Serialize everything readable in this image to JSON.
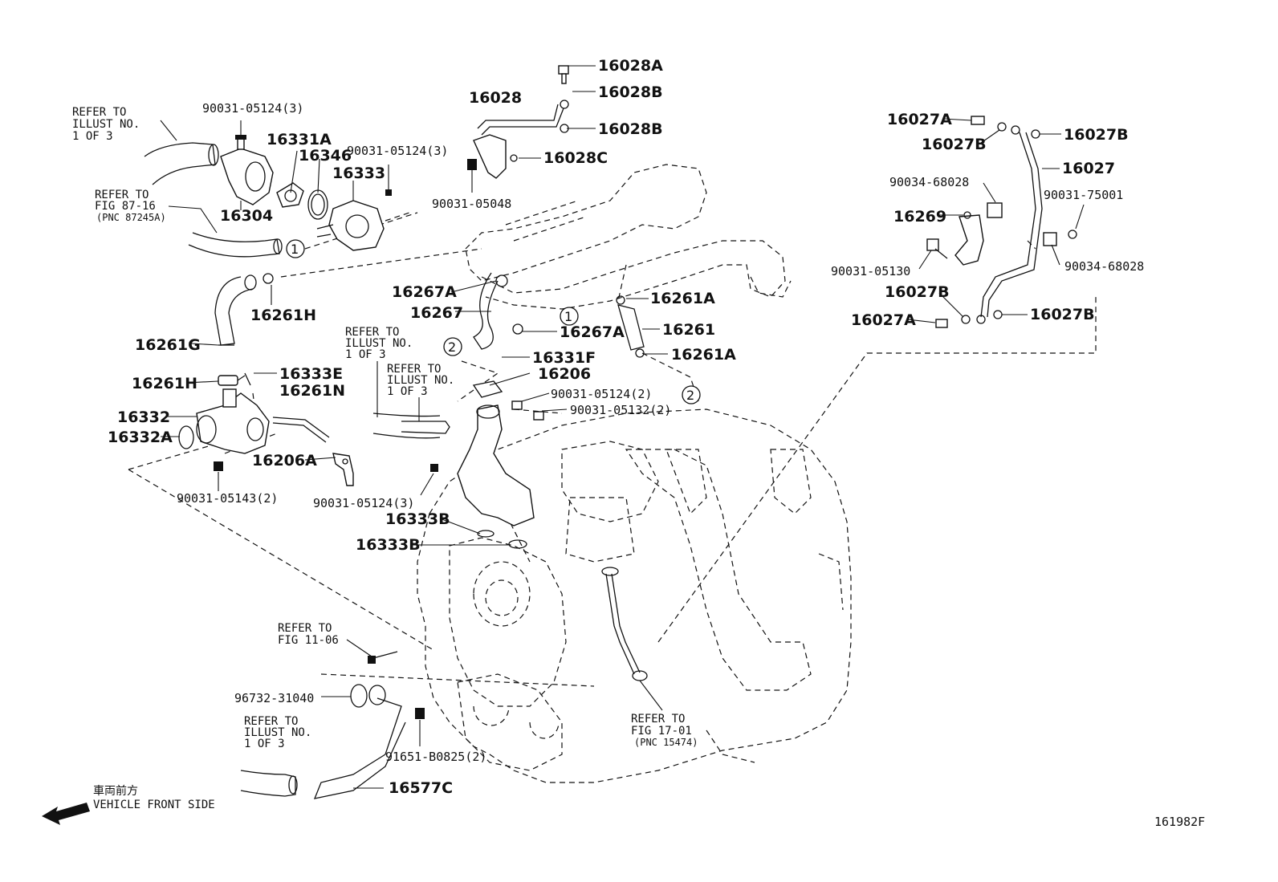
{
  "diagram_id": "161982F",
  "direction": {
    "jp": "車両前方",
    "en": "VEHICLE FRONT SIDE"
  },
  "parts": [
    "16028A",
    "16028B",
    "16028",
    "16028B",
    "16028C",
    "90031-05048",
    "90031-05124(3)",
    "16331A",
    "16346",
    "90031-05124(3)",
    "16333",
    "16304",
    "16027A",
    "16027B",
    "16027B",
    "16027",
    "90034-68028",
    "90031-75001",
    "16269",
    "90031-05130",
    "90034-68028",
    "16027B",
    "16027A",
    "16027B",
    "16267A",
    "16267",
    "16261A",
    "16261",
    "16267A",
    "16261A",
    "16261H",
    "16261G",
    "16331F",
    "16206",
    "16261H",
    "16333E",
    "16261N",
    "90031-05124(2)",
    "90031-05132(2)",
    "16332",
    "16332A",
    "16206A",
    "90031-05143(2)",
    "90031-05124(3)",
    "16333B",
    "16333B",
    "96732-31040",
    "91651-B0825(2)",
    "16577C"
  ],
  "refs": [
    [
      "REFER TO",
      "ILLUST NO.",
      "1 OF 3"
    ],
    [
      "REFER TO",
      "FIG 87-16",
      "(PNC 87245A)"
    ],
    [
      "REFER TO",
      "ILLUST NO.",
      "1 OF 3"
    ],
    [
      "REFER TO",
      "ILLUST NO.",
      "1 OF 3"
    ],
    [
      "REFER TO",
      "FIG 11-06"
    ],
    [
      "REFER TO",
      "ILLUST NO.",
      "1 OF 3"
    ],
    [
      "REFER TO",
      "FIG 17-01",
      "(PNC 15474)"
    ]
  ],
  "circle_marks": [
    "1",
    "1",
    "2",
    "2"
  ]
}
